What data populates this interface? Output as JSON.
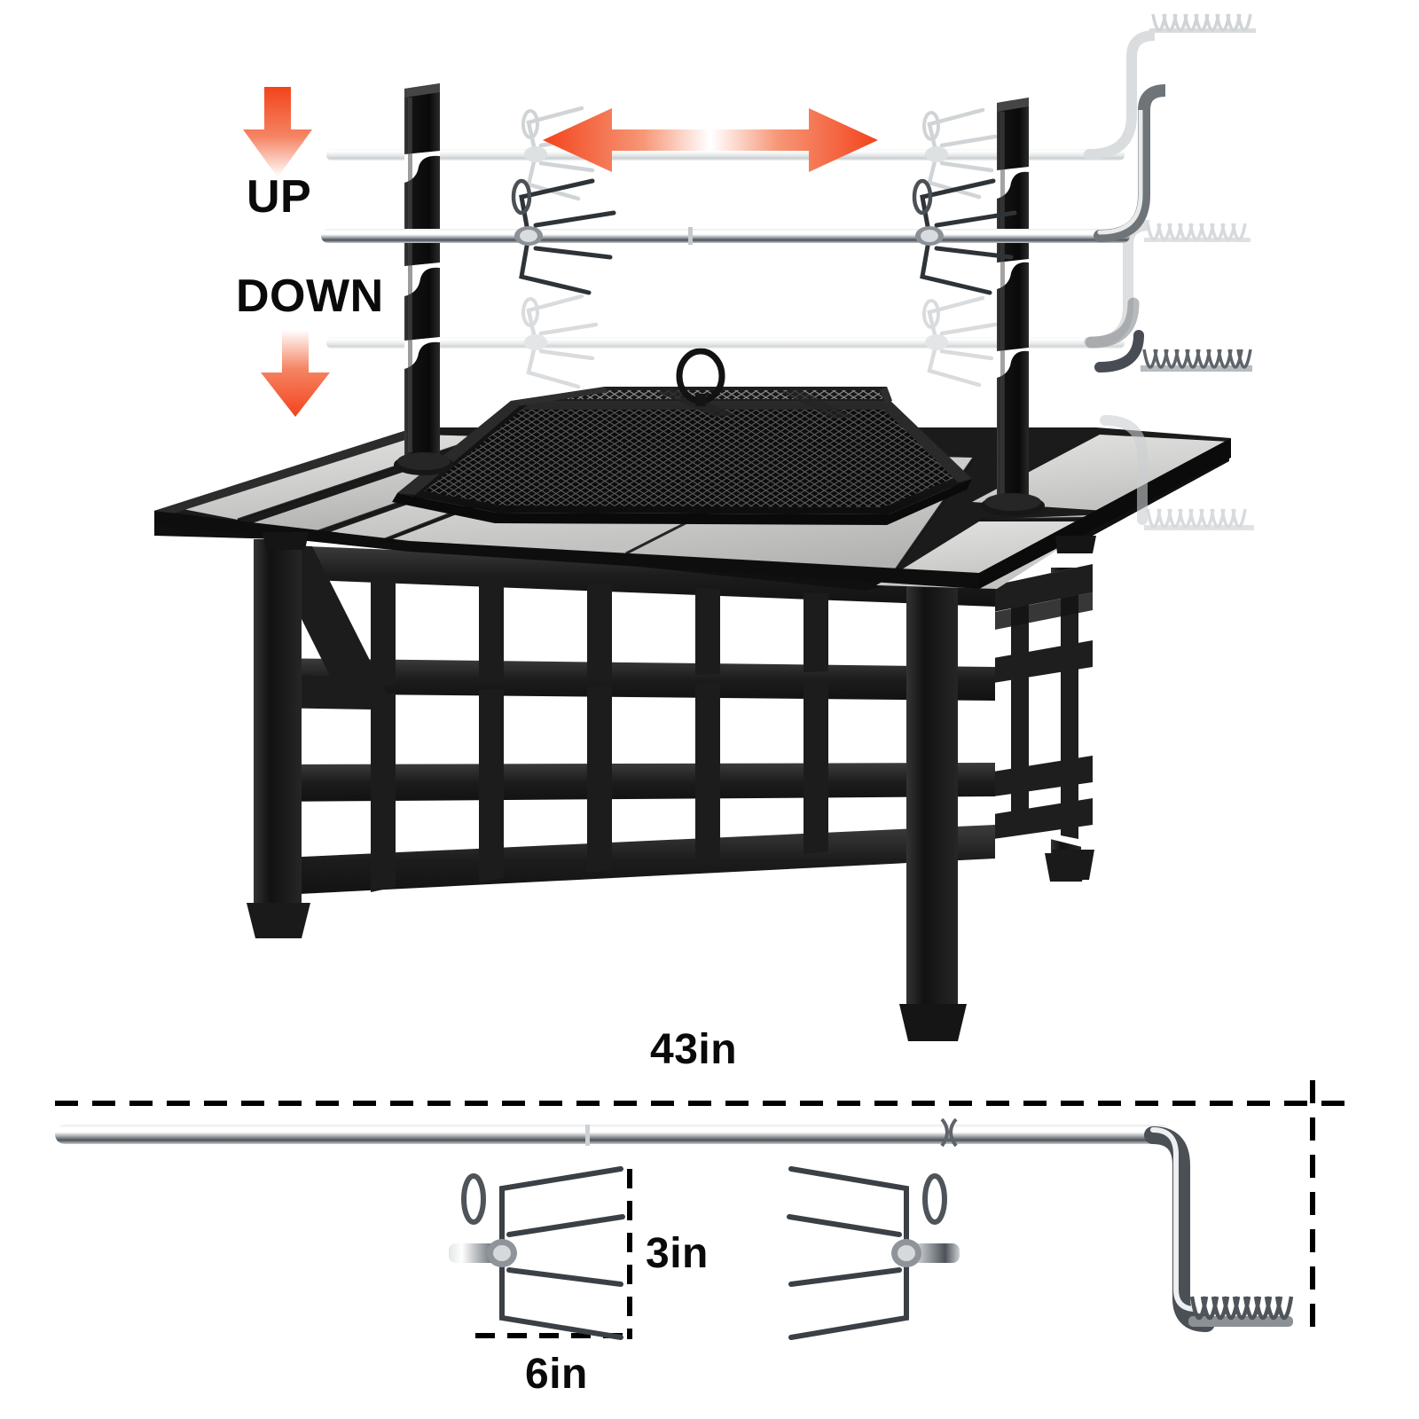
{
  "product": {
    "name": "rotisserie-fire-pit-table",
    "description": "Square tile-top fire pit table with adjustable-height rotisserie spit"
  },
  "annotations": {
    "up_label": "UP",
    "down_label": "DOWN",
    "up_arrow_icon": "arrow-up-icon",
    "down_arrow_icon": "arrow-down-icon",
    "slide_arrow_icon": "arrow-left-right-icon",
    "arrow_color": "#F2441C",
    "arrow_color_fade": "#FFFFFF"
  },
  "dimensions": {
    "spit_length": "43in",
    "fork_height": "3in",
    "fork_width": "6in"
  },
  "colors": {
    "metal_black": "#1A1A1A",
    "frame_black": "#232323",
    "tile_gray": "#D8D8D6",
    "tile_gray_dark": "#B9B9B7",
    "chrome_light": "#FDFDFD",
    "chrome_mid": "#A8ACB0",
    "chrome_dark": "#3A3E42",
    "background": "#FFFFFF",
    "dash_line": "#000000"
  },
  "parts": {
    "fire_pit_screen": "mesh-spark-screen",
    "screen_handle": "ring-handle",
    "post_left": "notched-upright-post-left",
    "post_right": "notched-upright-post-right",
    "spit_rod": "rotisserie-spit-rod",
    "meat_fork": "meat-fork",
    "crank_handle": "crank-handle-with-spring-grip",
    "table_top": "tile-table-top",
    "table_base": "slatted-metal-base",
    "spit_positions": [
      "upper",
      "middle",
      "lower"
    ]
  }
}
